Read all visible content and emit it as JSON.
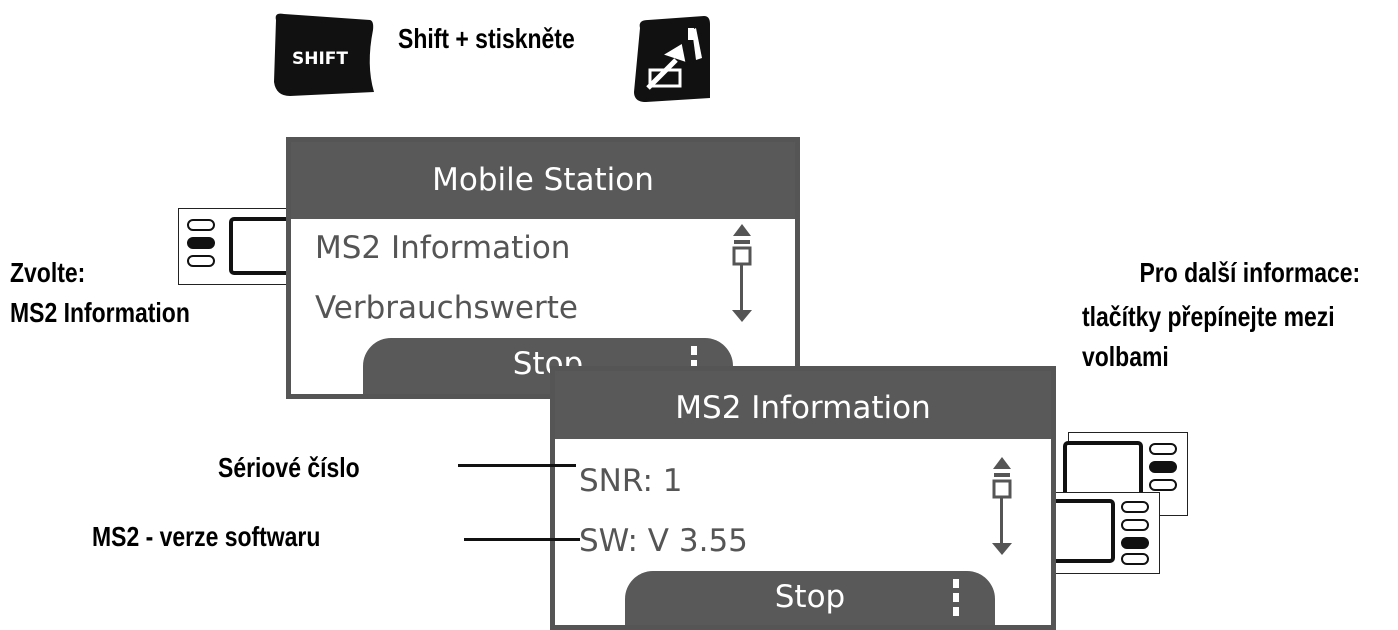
{
  "step_instruction": {
    "shift_key_label": "SHIFT",
    "text": "Shift + stiskněte",
    "key_icon": "wrench-turnout-icon"
  },
  "left_caption": {
    "line1": "Zvolte:",
    "line2": "MS2 Information"
  },
  "right_caption": {
    "line1": "Pro další informace:",
    "line2": "tlačítky přepínejte mezi",
    "line3": "volbami"
  },
  "screen_menu": {
    "title": "Mobile Station",
    "items": [
      "MS2 Information",
      "Verbrauchswerte"
    ],
    "stop_label": "Stop"
  },
  "screen_info": {
    "title": "MS2 Information",
    "items": [
      "SNR: 1",
      "SW: V 3.55"
    ],
    "stop_label": "Stop"
  },
  "callouts": {
    "serial": "Sériové číslo",
    "software": "MS2 - verze softwaru"
  },
  "colors": {
    "display_header": "#595959",
    "display_text": "#555555",
    "key_black": "#111111"
  }
}
